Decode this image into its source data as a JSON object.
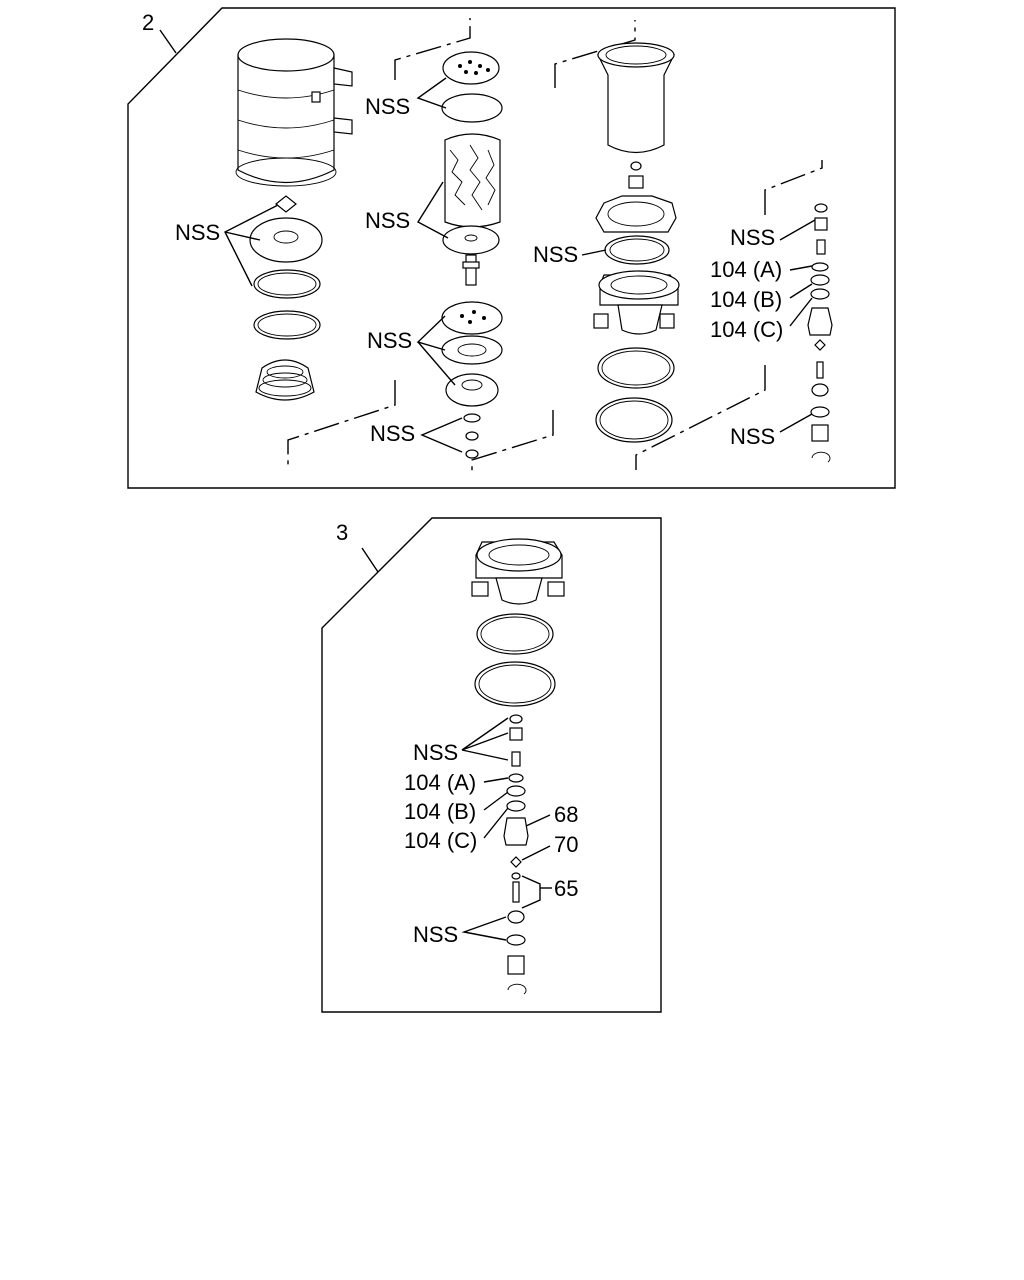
{
  "panel2": {
    "number": "2",
    "labels": {
      "nss_bracket": "NSS",
      "nss_filter": "NSS",
      "nss_plate": "NSS",
      "nss_valve": "NSS",
      "nss_left": "NSS",
      "nss_mid": "NSS",
      "nss_right_top": "NSS",
      "nss_right_bottom": "NSS",
      "p104a": "104 (A)",
      "p104b": "104 (B)",
      "p104c": "104 (C)"
    }
  },
  "panel3": {
    "number": "3",
    "labels": {
      "nss_top": "NSS",
      "p104a": "104 (A)",
      "p104b": "104 (B)",
      "p104c": "104 (C)",
      "p68": "68",
      "p70": "70",
      "p65": "65",
      "nss_bottom": "NSS"
    }
  }
}
